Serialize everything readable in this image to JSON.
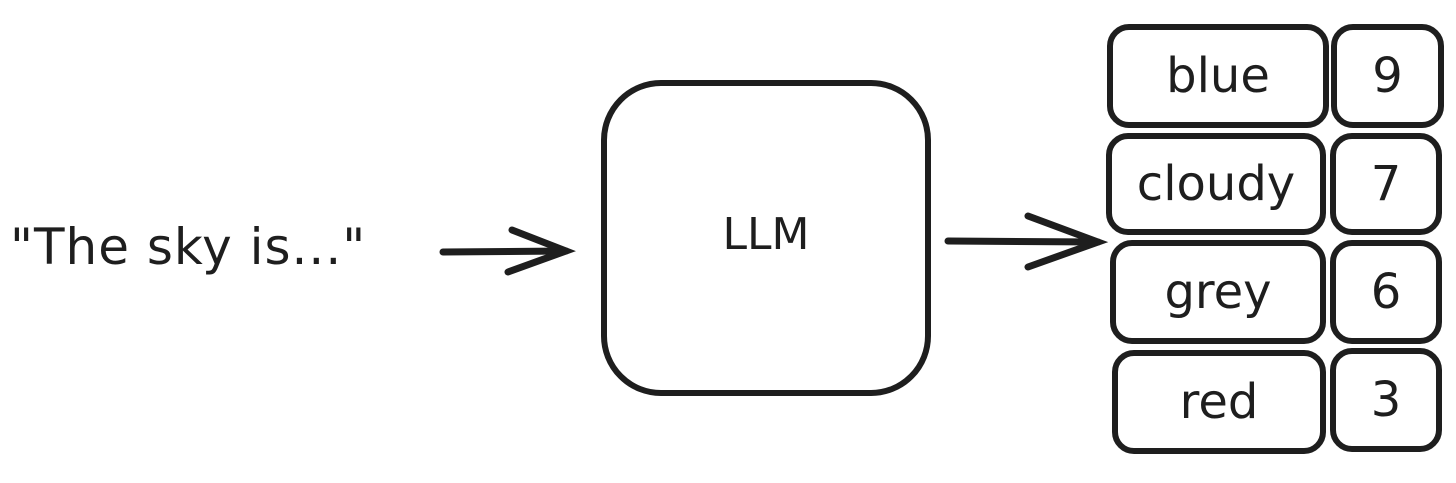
{
  "diagram": {
    "input_text": "\"The sky is...\"",
    "model_label": "LLM",
    "tokens": [
      {
        "word": "blue",
        "score": "9"
      },
      {
        "word": "cloudy",
        "score": "7"
      },
      {
        "word": "grey",
        "score": "6"
      },
      {
        "word": "red",
        "score": "3"
      }
    ],
    "colors": {
      "stroke": "#1e1e1e",
      "background": "#ffffff"
    }
  }
}
